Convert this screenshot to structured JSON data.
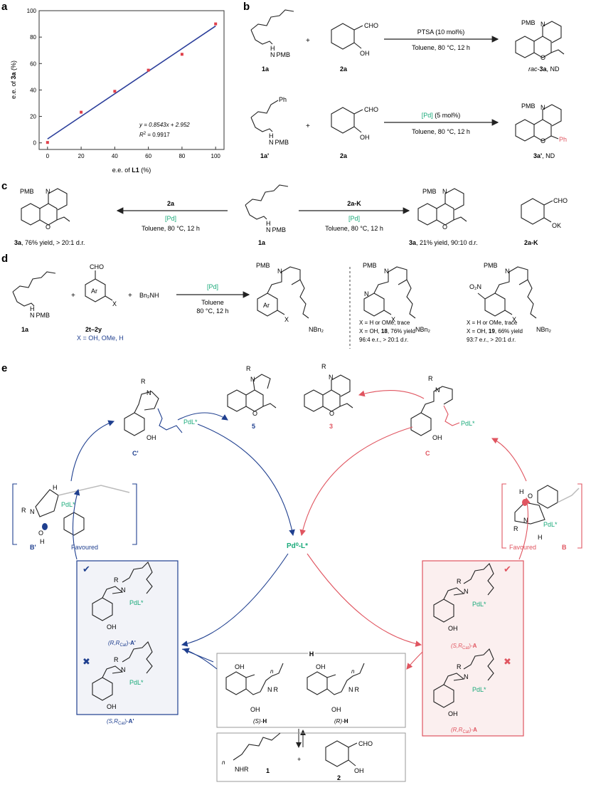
{
  "panels": {
    "a": "a",
    "b": "b",
    "c": "c",
    "d": "d",
    "e": "e"
  },
  "chart_data": {
    "type": "scatter",
    "x": [
      0,
      20,
      40,
      60,
      80,
      100
    ],
    "y": [
      0.3,
      23.2,
      39,
      55,
      67,
      90
    ],
    "fit": {
      "slope": 0.8543,
      "intercept": 2.952
    },
    "xlim": [
      -5,
      105
    ],
    "ylim": [
      -5,
      100
    ],
    "xticks": [
      "0",
      "20",
      "40",
      "60",
      "80",
      "100"
    ],
    "yticks": [
      "0",
      "20",
      "40",
      "60",
      "80",
      "100"
    ],
    "xlabel_pre": "e.e. of ",
    "xlabel_bold": "L1",
    "xlabel_post": " (%)",
    "ylabel_pre": "e.e. of ",
    "ylabel_bold": "3a",
    "ylabel_post": " (%)",
    "eq": "y = 0.8543x + 2.952",
    "r2_pre": "R",
    "r2_post": " = 0.9917",
    "point_color": "#e0404a",
    "line_color": "#2a3d9a"
  },
  "b": {
    "r1": {
      "sm1": "1a",
      "sm2": "2a",
      "cond_top": "PTSA (10 mol%)",
      "cond_bot": "Toluene, 80 °C, 12 h",
      "prod_pre": "rac",
      "prod_mid": "-",
      "prod_bold": "3a",
      "prod_post": ", ND",
      "pmb": "PMB",
      "n": "N",
      "nh": "N",
      "h": "H",
      "cho": "CHO",
      "oh": "OH",
      "o": "O",
      "plus": "+"
    },
    "r2": {
      "sm1": "1a'",
      "sm2": "2a",
      "cond_top_pre": "",
      "cond_top_cat": "[Pd]",
      "cond_top_post": " (5 mol%)",
      "cond_bot": "Toluene, 80 °C, 12 h",
      "prod": "3a'",
      "prod_post": ", ND",
      "ph": "Ph",
      "pmb": "PMB",
      "n": "N",
      "cho": "CHO",
      "oh": "OH",
      "o": "O",
      "plus": "+",
      "nh": "N",
      "h": "H"
    }
  },
  "c": {
    "left_reagent": "2a",
    "left_cat": "[Pd]",
    "left_cond": "Toluene, 80 °C, 12 h",
    "right_reagent": "2a-K",
    "right_cat": "[Pd]",
    "right_cond": "Toluene, 80 °C, 12 h",
    "sm": "1a",
    "pmb": "PMB",
    "n": "N",
    "h": "H",
    "o": "O",
    "left_prod": "3a",
    "left_prod_post": ", 76% yield, > 20:1 d.r.",
    "right_prod": "3a",
    "right_prod_post": ", 21% yield, 90:10 d.r.",
    "salt": "2a-K",
    "cho": "CHO",
    "ok": "OK"
  },
  "d": {
    "sm1": "1a",
    "sm2": "2t–2y",
    "sm2_sub": "X = OH, OMe, H",
    "bn2nh": "Bn₂NH",
    "cat": "[Pd]",
    "cond1": "Toluene",
    "cond2": "80 °C, 12 h",
    "pmb": "PMB",
    "n": "N",
    "h": "H",
    "ar": "Ar",
    "x": "X",
    "cho": "CHO",
    "nbn2": "NBn₂",
    "no2": "O₂N",
    "ex1_a": "X = H or OMe, trace",
    "ex1_b_pre": "X = OH, ",
    "ex1_b_bold": "18",
    "ex1_b_post": ", 76% yield",
    "ex1_c": "96:4 e.r., > 20:1 d.r.",
    "ex2_a": "X = H or OMe, trace",
    "ex2_b_pre": "X = OH, ",
    "ex2_b_bold": "19",
    "ex2_b_post": ", 66% yield",
    "ex2_c": "93:7 e.r., > 20:1 d.r.",
    "plus": "+"
  },
  "e": {
    "center": "Pd⁰-L*",
    "p5": "5",
    "p3": "3",
    "cp": "C'",
    "c": "C",
    "bp": "B'",
    "b": "B",
    "favoured": "Favoured",
    "pdl": "PdL*",
    "r": "R",
    "n": "N",
    "h": "H",
    "oh": "OH",
    "o": "O",
    "check": "✔",
    "cross": "✖",
    "ap1_pre": "(R,R",
    "ap1_sub": "Cat",
    "ap1_post": ")-",
    "ap1_bold": "A'",
    "ap2_pre": "(S,R",
    "ap2_sub": "Cat",
    "ap2_post": ")-",
    "ap2_bold": "A'",
    "a1_pre": "(S,R",
    "a1_sub": "Cat",
    "a1_post": ")-",
    "a1_bold": "A",
    "a2_pre": "(R,R",
    "a2_sub": "Cat",
    "a2_post": ")-",
    "a2_bold": "A",
    "hbox": "H",
    "sh_pre": "(S)-",
    "sh_bold": "H",
    "rh_pre": "(R)-",
    "rh_bold": "H",
    "nn": "n",
    "nhr": "NHR",
    "one": "1",
    "two": "2",
    "cho": "CHO",
    "plus": "+",
    "blue": "#1f3f8f",
    "red": "#e05560",
    "green": "#1aaa7a"
  }
}
